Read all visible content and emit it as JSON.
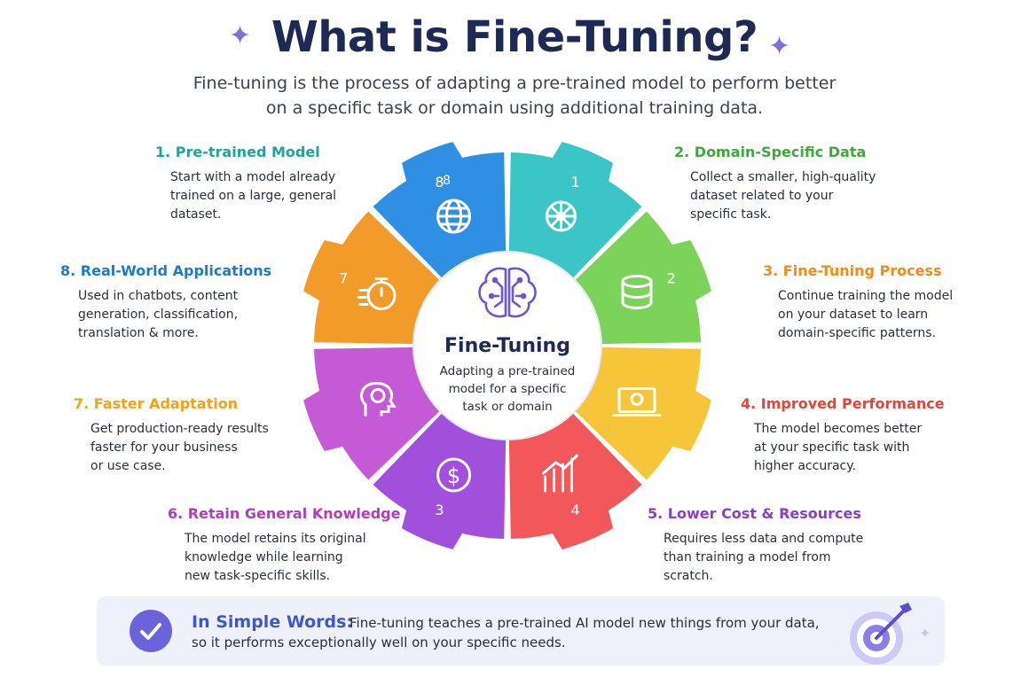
{
  "header": {
    "title": "What is Fine-Tuning?",
    "subtitle_line1": "Fine-tuning is the process of adapting a pre-trained model to perform better",
    "subtitle_line2": "on a specific task or domain using additional training data."
  },
  "center": {
    "title": "Fine-Tuning",
    "desc_line1": "Adapting a pre-trained",
    "desc_line2": "model for a specific",
    "desc_line3": "task or domain",
    "icon": "brain-circuit-icon"
  },
  "steps": [
    {
      "title": "1. Pre-trained Model",
      "line1": "Start with a model already",
      "line2": "trained on a large, general",
      "line3": "dataset.",
      "color": "#1fa39a",
      "icon": "network-icon",
      "badge": "1"
    },
    {
      "title": "2. Domain-Specific Data",
      "line1": "Collect a smaller, high-quality",
      "line2": "dataset related to your",
      "line3": "specific task.",
      "color": "#3fa93b",
      "icon": "database-icon",
      "badge": "2"
    },
    {
      "title": "3. Fine-Tuning Process",
      "line1": "Continue training the model",
      "line2": "on your dataset to learn",
      "line3": "domain-specific patterns.",
      "color": "#f08c1a",
      "icon": "laptop-gear-icon"
    },
    {
      "title": "4. Improved Performance",
      "line1": "The model becomes better",
      "line2": "at your specific task with",
      "line3": "higher accuracy.",
      "color": "#e2463a",
      "icon": "bar-chart-icon",
      "badge": "4"
    },
    {
      "title": "5. Lower Cost & Resources",
      "line1": "Requires less data and compute",
      "line2": "than training a model from",
      "line3": "scratch.",
      "color": "#8b3fc9",
      "icon": "dollar-icon",
      "badge": "3"
    },
    {
      "title": "6. Retain General Knowledge",
      "line1": "The model retains its original",
      "line2": "knowledge while learning",
      "line3": "new task-specific skills.",
      "color": "#b23dbb",
      "icon": "head-brain-icon"
    },
    {
      "title": "7. Faster Adaptation",
      "line1": "Get production-ready results",
      "line2": "faster for your business",
      "line3": "or use case.",
      "color": "#f0a21a",
      "icon": "stopwatch-icon",
      "badge": "7"
    },
    {
      "title": "8. Real-World Applications",
      "line1": "Used in chatbots, content",
      "line2": "generation, classification,",
      "line3": "translation & more.",
      "color": "#1f7ac9",
      "icon": "globe-icon",
      "badge": "8"
    }
  ],
  "extra_badge": "8",
  "gear_colors": [
    "#3cc5c7",
    "#7cd35a",
    "#f6c53a",
    "#f2585a",
    "#a150dc",
    "#c45ad6",
    "#f29a2a",
    "#2f8fe3"
  ],
  "bottom": {
    "label": "In Simple Words:",
    "line1": "Fine-tuning teaches a pre-trained AI model new things from your data,",
    "line2": "so it performs exceptionally well on your specific needs.",
    "check_icon": "check-icon",
    "target_icon": "target-arrow-icon"
  }
}
